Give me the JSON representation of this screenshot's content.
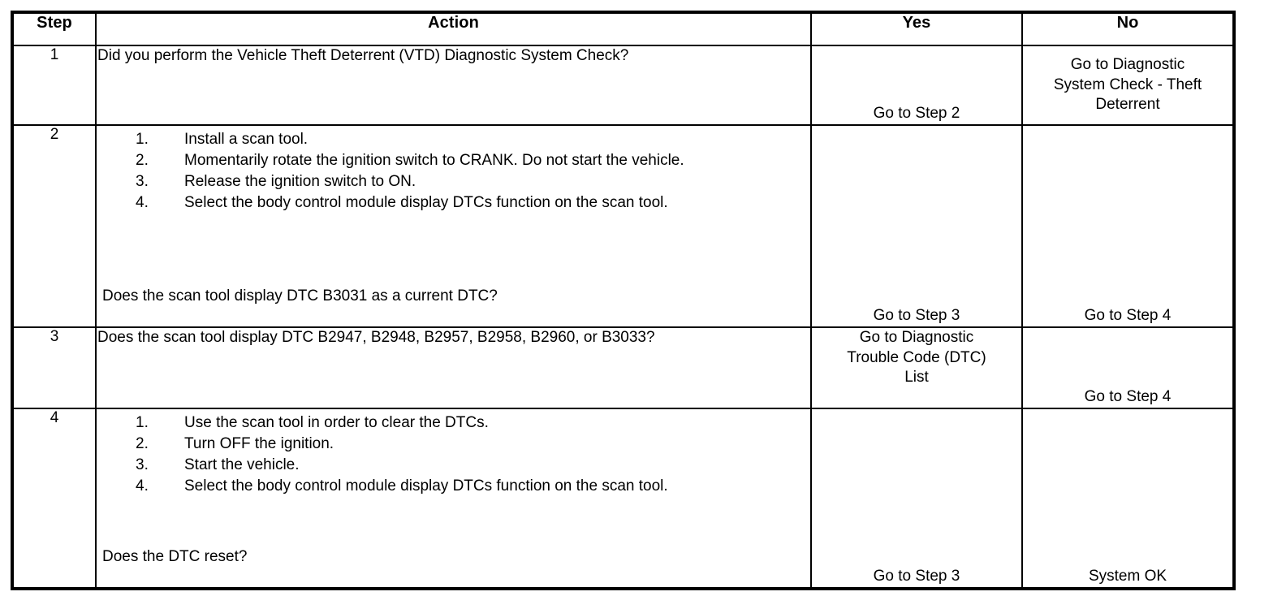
{
  "table": {
    "headers": {
      "step": "Step",
      "action": "Action",
      "yes": "Yes",
      "no": "No"
    },
    "rows": [
      {
        "step": "1",
        "lead": "Did you perform the Vehicle Theft Deterrent (VTD) Diagnostic System Check?",
        "items": [],
        "tail": "",
        "yes": [
          "Go to Step 2"
        ],
        "no": [
          "Go to Diagnostic",
          "System Check - Theft",
          "Deterrent"
        ]
      },
      {
        "step": "2",
        "lead": "",
        "items": [
          {
            "num": "1.",
            "text": "Install a scan tool."
          },
          {
            "num": "2.",
            "text": "Momentarily rotate the ignition switch to CRANK. Do not start the vehicle."
          },
          {
            "num": "3.",
            "text": "Release the ignition switch to ON."
          },
          {
            "num": "4.",
            "text": "Select the body control module display DTCs function on the scan tool."
          }
        ],
        "tail": "Does the scan tool display DTC B3031 as a current DTC?",
        "yes": [
          "Go to Step 3"
        ],
        "no": [
          "Go to Step 4"
        ]
      },
      {
        "step": "3",
        "lead": "Does the scan tool display DTC B2947, B2948, B2957, B2958, B2960, or B3033?",
        "items": [],
        "tail": "",
        "yes": [
          "Go to Diagnostic",
          "Trouble Code (DTC)",
          "List"
        ],
        "no": [
          "Go to Step 4"
        ]
      },
      {
        "step": "4",
        "lead": "",
        "items": [
          {
            "num": "1.",
            "text": "Use the scan tool in order to clear the DTCs."
          },
          {
            "num": "2.",
            "text": "Turn OFF the ignition."
          },
          {
            "num": "3.",
            "text": "Start the vehicle."
          },
          {
            "num": "4.",
            "text": "Select the body control module display DTCs function on the scan tool."
          }
        ],
        "tail": "Does the DTC reset?",
        "yes": [
          "Go to Step 3"
        ],
        "no": [
          "System OK"
        ]
      }
    ]
  }
}
